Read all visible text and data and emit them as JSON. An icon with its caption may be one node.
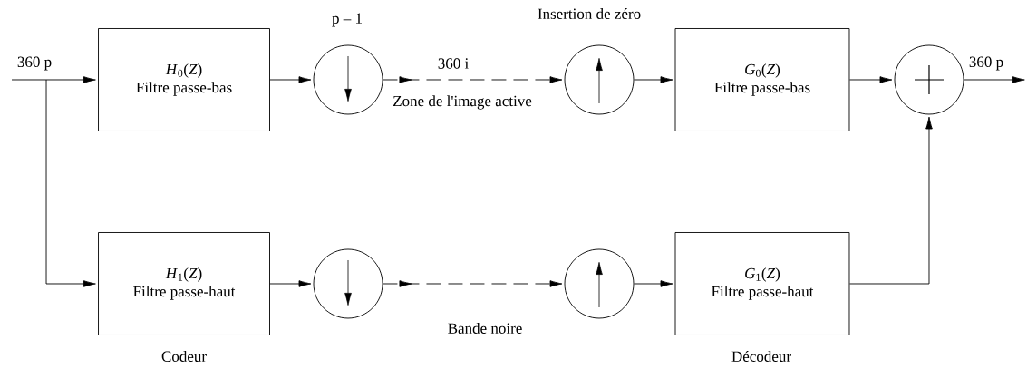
{
  "diagram": {
    "nodes": [
      {
        "text": [
          "*H*$_{0}$(*Z*)",
          "Filtre passe-bas"
        ]
      },
      {
        "text": [],
        "shape": "circle"
      },
      {
        "text": [],
        "shape": "circle"
      },
      {
        "text": [
          "*G*$_{0}$(*Z*)",
          "Filtre passe-bas"
        ]
      },
      {
        "text": [],
        "shape": "circle"
      },
      {
        "text": [
          "*H*$_{1}$(*Z*)",
          "Filtre passe-haut"
        ]
      },
      {
        "text": [],
        "shape": "circle"
      },
      {
        "text": [],
        "shape": "circle"
      },
      {
        "text": [
          "*G*$_{1}$(*Z*)",
          "Filtre passe-haut"
        ]
      }
    ],
    "edges": [
      {
        "from": null,
        "to": 0,
        "arrow": "to",
        "label": "360 p"
      },
      {
        "from": null,
        "to": 5,
        "arrow": "to"
      },
      {
        "from": 0,
        "to": 1,
        "arrow": "to"
      },
      {
        "from": 1,
        "to": 2,
        "arrow": "to",
        "style": "dashed",
        "label": "360 i"
      },
      {
        "from": 2,
        "to": 3,
        "arrow": "to"
      },
      {
        "from": 3,
        "to": 4,
        "arrow": "to"
      },
      {
        "from": 4,
        "to": null,
        "arrow": "to",
        "label": "360 p"
      },
      {
        "from": 5,
        "to": 6,
        "arrow": "to"
      },
      {
        "from": 6,
        "to": 7,
        "arrow": "to",
        "style": "dashed"
      },
      {
        "from": 7,
        "to": 8,
        "arrow": "to"
      },
      {
        "from": 8,
        "to": 4,
        "arrow": "to"
      }
    ],
    "labels": [
      "p – 1",
      "Insertion de zéro",
      "Zone de l'image active",
      "Bande noire",
      "Codeur",
      "Décodeur"
    ]
  }
}
